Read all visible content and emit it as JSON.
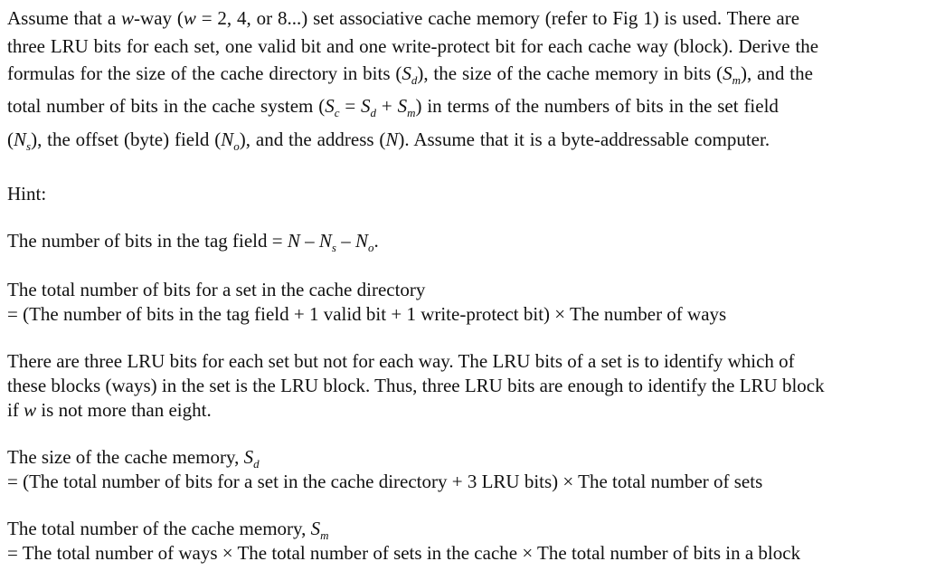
{
  "intro": {
    "line1": {
      "a": "Assume that a ",
      "w": "w",
      "b": "-way (",
      "w2": "w",
      "c": " = 2, 4, or 8...) set associative cache memory (refer to Fig 1) is used. There are"
    },
    "line2": "three LRU bits for each set, one valid bit and one write-protect bit for each cache way (block). Derive the",
    "line3": {
      "a": "formulas for the size of the cache directory in bits (",
      "s1": "S",
      "s1sub": "d",
      "b": "), the size of the cache memory in bits (",
      "s2": "S",
      "s2sub": "m",
      "c": "), and the"
    },
    "line4": {
      "a": "total number of bits in the cache system (",
      "sc": "S",
      "scsub": "c",
      "eq": " = ",
      "sd": "S",
      "sdsub": "d",
      "plus": " + ",
      "sm": "S",
      "smsub": "m",
      "b": ") in terms of the numbers of bits in the set field"
    },
    "line5": {
      "a": "(",
      "ns": "N",
      "nssub": "s",
      "b": "), the offset (byte) field (",
      "no": "N",
      "nosub": "o",
      "c": "), and the address (",
      "n": "N",
      "d": "). Assume that it is a byte-addressable computer."
    }
  },
  "hint_label": "Hint:",
  "tag_line": {
    "a": "The number of bits in the tag field = ",
    "n": "N",
    "b": " – ",
    "ns": "N",
    "nssub": "s",
    "c": " – ",
    "no": "N",
    "nosub": "o",
    "d": "."
  },
  "set_total": {
    "line1": "The total number of bits for a set in the cache directory",
    "line2": "= (The number of bits in the tag field + 1 valid bit + 1 write-protect bit) × The number of ways"
  },
  "lru": {
    "line1": "There are three LRU bits for each set but not for each way. The LRU bits of a set is to identify which of",
    "line2": "these blocks (ways) in the set is the LRU block. Thus, three LRU bits are enough to identify the LRU block",
    "line3a": "if ",
    "line3w": "w",
    "line3b": " is not more than eight."
  },
  "cache_size": {
    "line1a": "The size of the cache memory, ",
    "s": "S",
    "ssub": "d",
    "line2": "= (The total number of bits for a set in the cache directory + 3 LRU bits) × The total number of sets"
  },
  "cache_total": {
    "line1a": "The total number of the cache memory, ",
    "s": "S",
    "ssub": "m",
    "line2": "= The total number of ways × The total number of sets in the cache × The total number of bits in a block"
  }
}
